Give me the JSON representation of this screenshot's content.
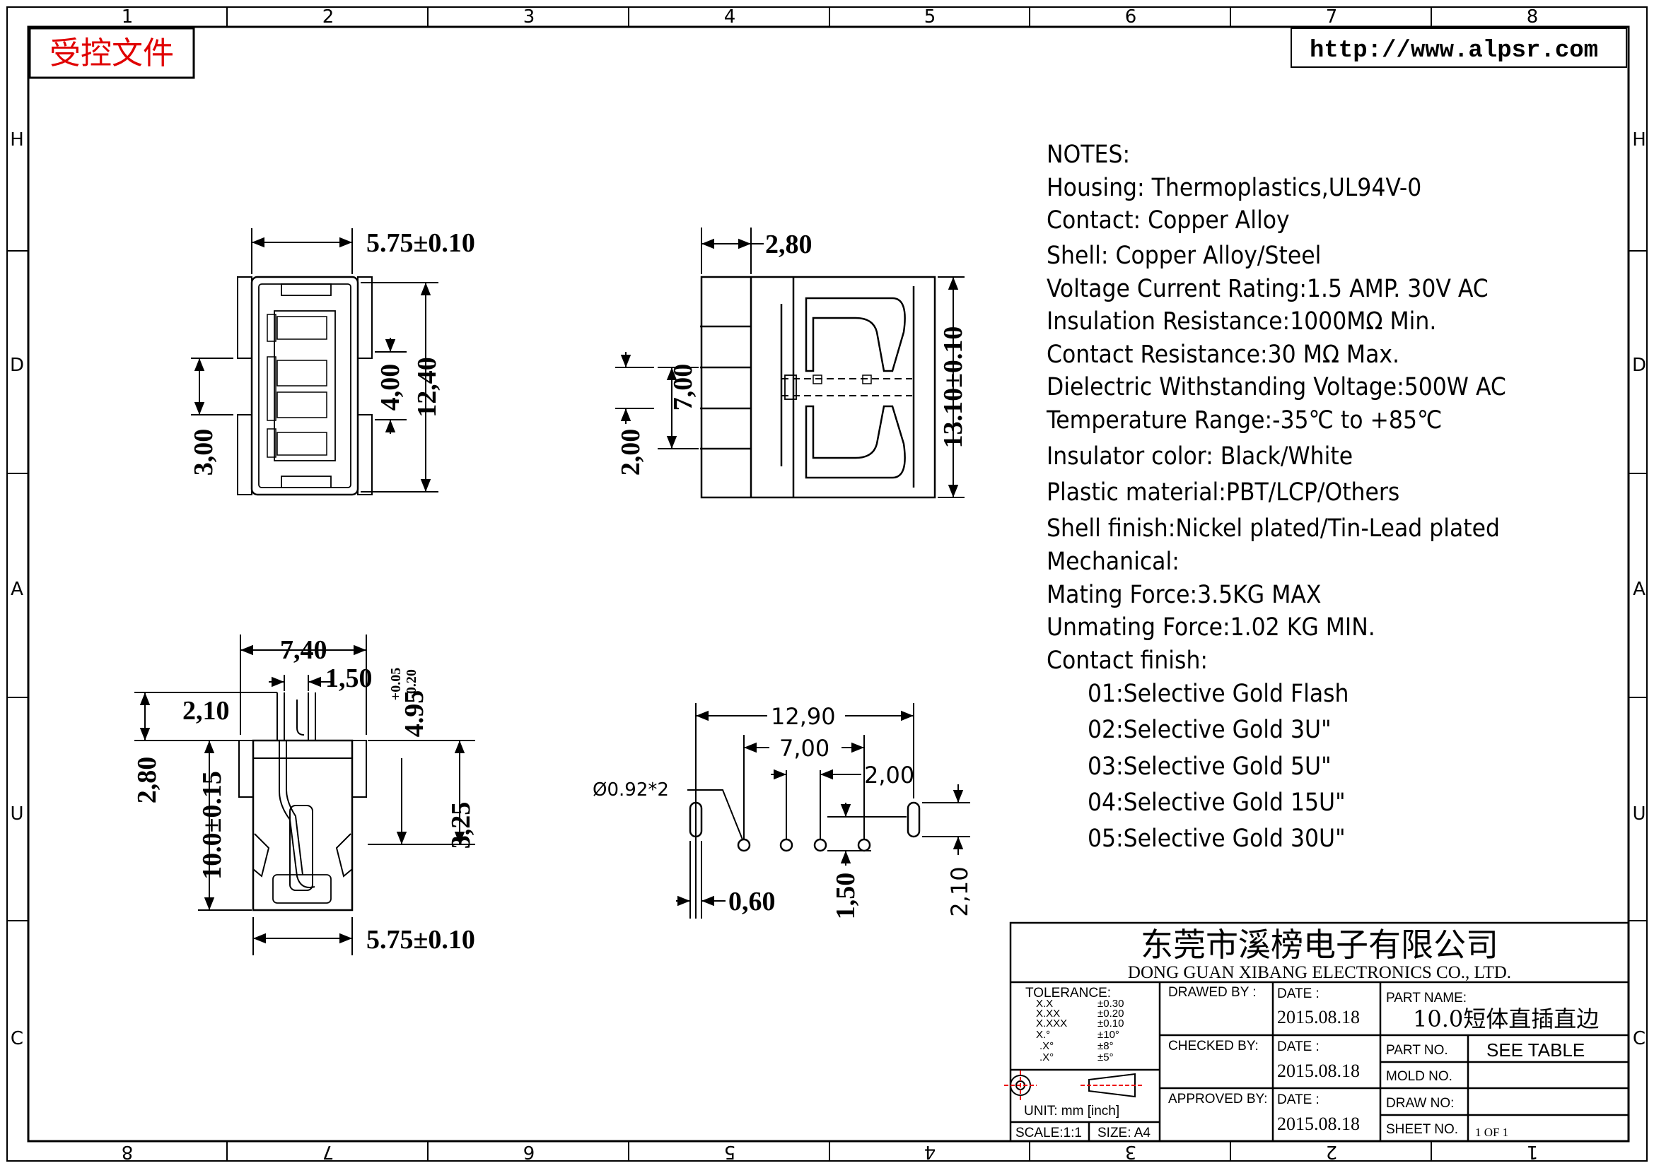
{
  "grid": {
    "top_columns": [
      "1",
      "2",
      "3",
      "4",
      "5",
      "6",
      "7",
      "8"
    ],
    "bottom_columns": [
      "8",
      "7",
      "6",
      "5",
      "4",
      "3",
      "2",
      "1"
    ],
    "rows_left": [
      "H",
      "D",
      "A",
      "U",
      "C"
    ],
    "rows_right": [
      "H",
      "D",
      "A",
      "U",
      "C"
    ]
  },
  "header": {
    "controlled_doc": "受控文件",
    "website": "http://www.alpsr.com"
  },
  "notes": [
    "NOTES:",
    "Housing:  Thermoplastics,UL94V-0",
    "Contact:  Copper  Alloy",
    "Shell:  Copper  Alloy/Steel",
    "Voltage  Current  Rating:1.5  AMP.  30V  AC",
    "Insulation  Resistance:1000MΩ  Min.",
    "Contact  Resistance:30  MΩ  Max.",
    "Dielectric  Withstanding  Voltage:500W  AC",
    "Temperature  Range:-35℃  to  +85℃",
    "Insulator  color:  Black/White",
    "Plastic  material:PBT/LCP/Others",
    "Shell  finish:Nickel  plated/Tin-Lead  plated",
    "Mechanical:",
    "Mating  Force:3.5KG  MAX",
    "Unmating  Force:1.02  KG  MIN.",
    "Contact  finish:",
    "01:Selective  Gold  Flash",
    "02:Selective  Gold  3U\"",
    "03:Selective  Gold  5U\"",
    "04:Selective  Gold  15U\"",
    "05:Selective  Gold  30U\""
  ],
  "dims": {
    "front_width": "5.75±0.10",
    "front_height": "12,40",
    "front_inner": "4,00",
    "front_left": "3,00",
    "side_top": "2,80",
    "side_pitch": "7,00",
    "side_left": "2,00",
    "side_height": "13.10±0.10",
    "bottom_width": "7,40",
    "bottom_small": "1,50",
    "bottom_210": "2,10",
    "bottom_tol": "4.95",
    "bottom_tol_plus": "+0.05",
    "bottom_tol_minus": "-0.20",
    "bottom_280": "2,80",
    "bottom_100": "10.0±0.15",
    "bottom_325": "3,25",
    "bottom_base": "5.75±0.10",
    "pcb_total": "12,90",
    "pcb_700": "7,00",
    "pcb_200": "2,00",
    "pcb_hole": "Ø0.92*2",
    "pcb_060": "0,60",
    "pcb_150": "1,50",
    "pcb_210": "2,10"
  },
  "title_block": {
    "company_cn": "东莞市溪榜电子有限公司",
    "company_en": "DONG GUAN XIBANG ELECTRONICS CO., LTD.",
    "tolerance_label": "TOLERANCE:",
    "tolerance_rows": [
      {
        "k": "X.X",
        "v": "±0.30"
      },
      {
        "k": "X.XX",
        "v": "±0.20"
      },
      {
        "k": "X.XXX",
        "v": "±0.10"
      },
      {
        "k": "X.°",
        "v": "±10°"
      },
      {
        "k": ".X°",
        "v": "±8°"
      },
      {
        "k": ".X°",
        "v": "±5°"
      }
    ],
    "unit": "UNIT:  mm  [inch]",
    "scale": "SCALE:1:1",
    "size": "SIZE:  A4",
    "drawn_by": "DRAWED  BY :",
    "checked_by": "CHECKED  BY:",
    "approved_by": "APPROVED  BY:",
    "date_label": "DATE  :",
    "date1": "2015.08.18",
    "date2": "2015.08.18",
    "date3": "2015.08.18",
    "part_name_label": "PART  NAME:",
    "part_name": "10.0短体直插直边",
    "part_no_label": "PART  NO.",
    "part_no": "SEE  TABLE",
    "mold_no_label": "MOLD  NO.",
    "draw_no_label": "DRAW  NO:",
    "sheet_no_label": "SHEET  NO.",
    "sheet": "1  OF  1"
  }
}
